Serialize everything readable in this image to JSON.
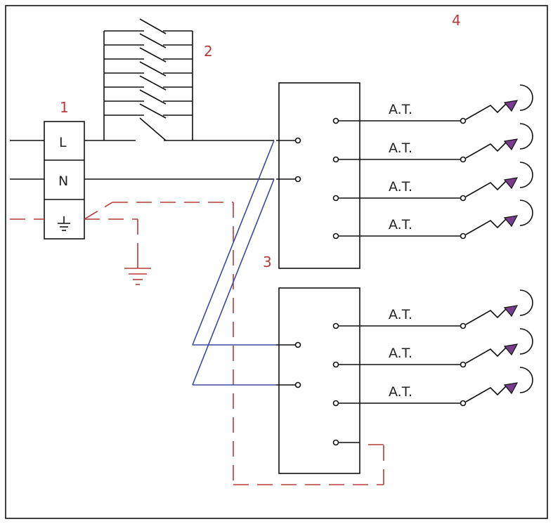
{
  "terminal_labels": {
    "line": "L",
    "neutral": "N"
  },
  "callouts": {
    "c1": "1",
    "c2": "2",
    "c3": "3",
    "c4": "4"
  },
  "upper_panel_circuits": [
    "A.T.",
    "A.T.",
    "A.T.",
    "A.T."
  ],
  "lower_panel_circuits": [
    "A.T.",
    "A.T.",
    "A.T."
  ],
  "colors": {
    "wiring": "#111111",
    "earth": "#b53a3a",
    "feeder": "#3b4aa0",
    "lamp": "#7a3b8f"
  },
  "icons": {
    "earth": "earth-ground-icon",
    "lamp": "lamp-icon",
    "switch": "switch-icon"
  }
}
